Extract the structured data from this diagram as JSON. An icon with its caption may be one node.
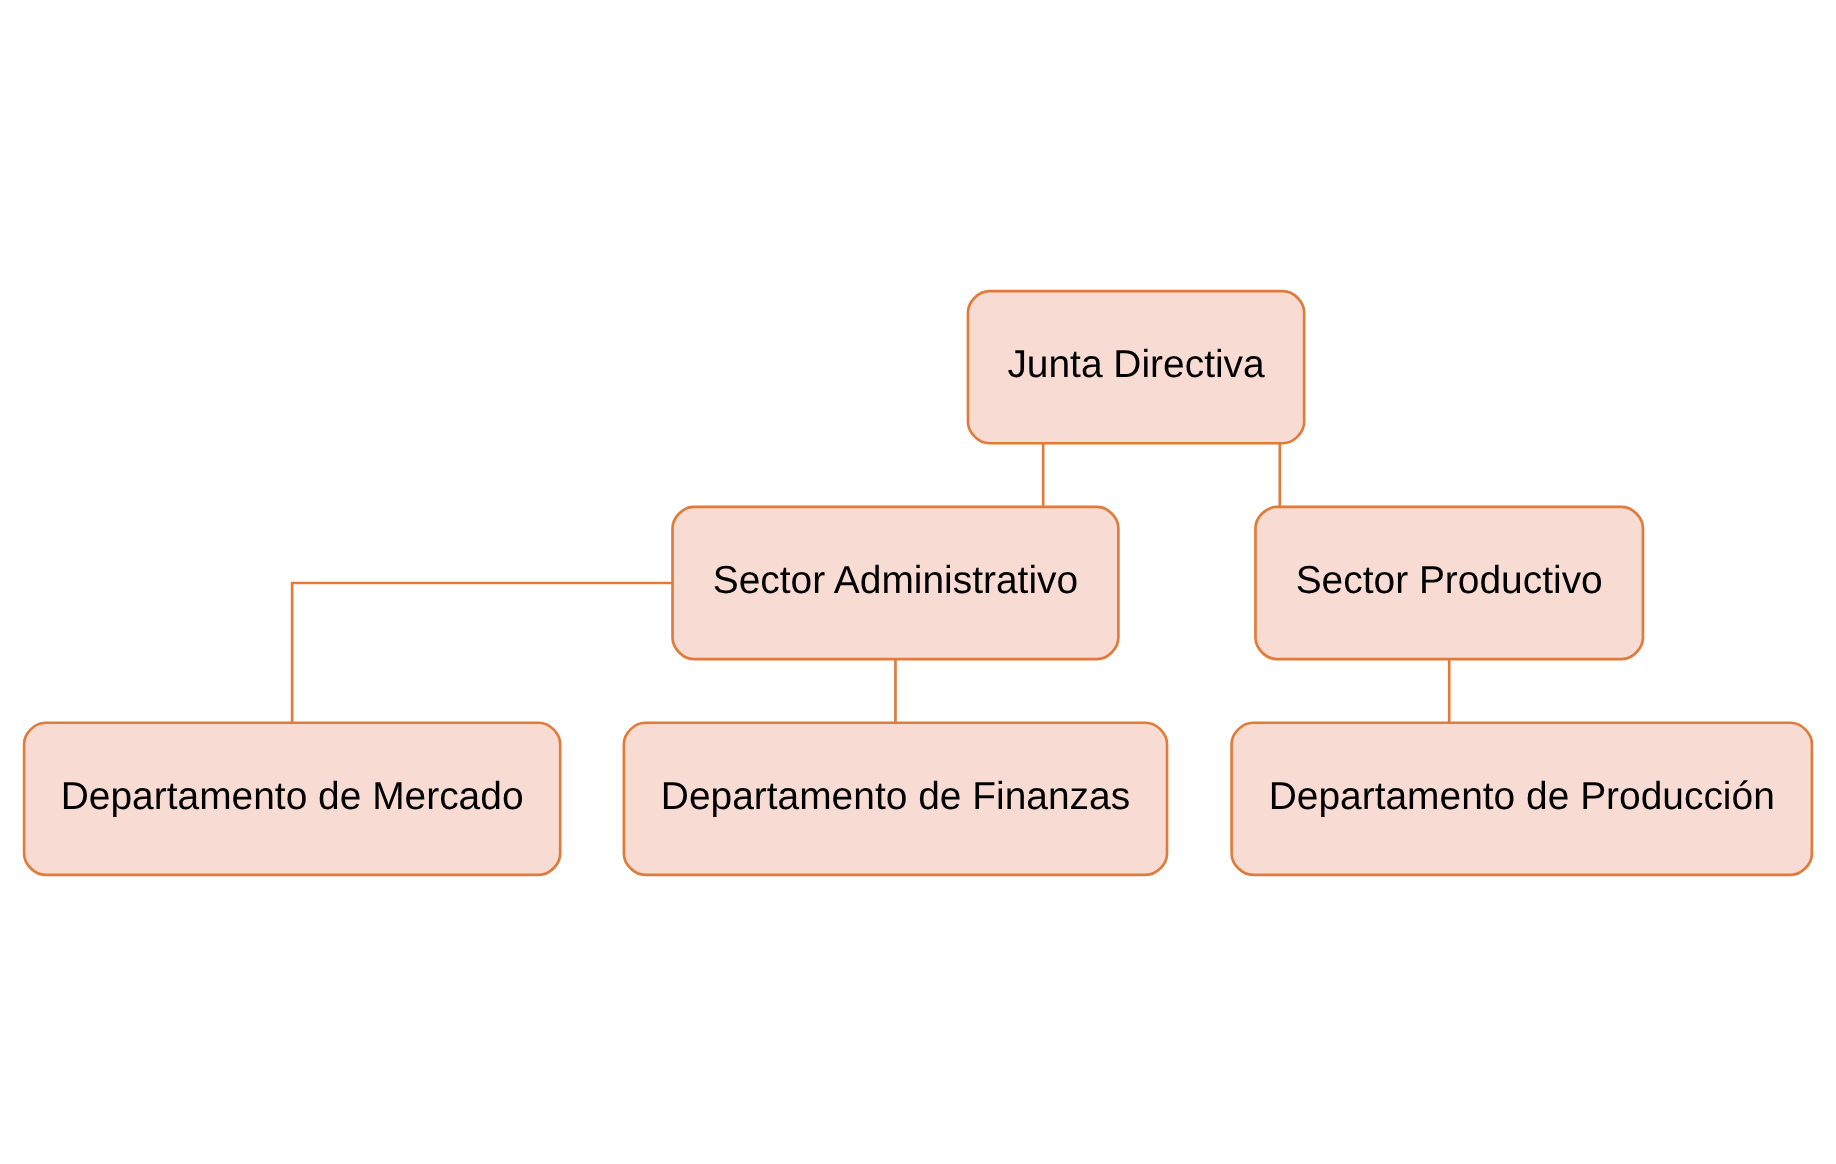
{
  "diagram": {
    "nodes": [
      {
        "text": [
          "Junta Directiva"
        ]
      },
      {
        "text": [
          "Sector Administrativo"
        ]
      },
      {
        "text": [
          "Sector Productivo"
        ]
      },
      {
        "text": [
          "Departamento de Mercado"
        ]
      },
      {
        "text": [
          "Departamento de Finanzas"
        ]
      },
      {
        "text": [
          "Departamento de Producción"
        ]
      }
    ],
    "edges": [
      {
        "from": 0,
        "to": 1,
        "arrow": "none"
      },
      {
        "from": 0,
        "to": 2,
        "arrow": "none"
      },
      {
        "from": 1,
        "to": 3,
        "arrow": "none"
      },
      {
        "from": 1,
        "to": 4,
        "arrow": "none"
      },
      {
        "from": 2,
        "to": 5,
        "arrow": "none"
      }
    ]
  }
}
